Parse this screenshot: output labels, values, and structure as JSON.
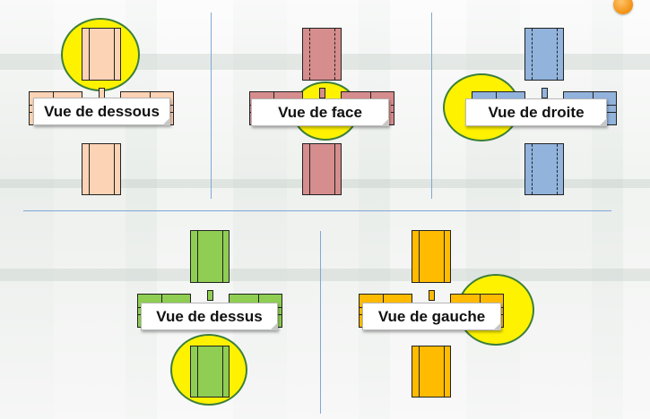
{
  "labels": {
    "dessous": "Vue de dessous",
    "face": "Vue de face",
    "droite": "Vue de droite",
    "dessus": "Vue de dessus",
    "gauche": "Vue de gauche"
  },
  "colors": {
    "peach": "#fdd3b5",
    "rose": "#d68d8d",
    "blue": "#92b3dc",
    "green": "#8fce52",
    "orange": "#ffbb00",
    "highlight": "#fff200",
    "divider": "#7fa7d6"
  },
  "icons": [
    "corner-dot-icon"
  ]
}
